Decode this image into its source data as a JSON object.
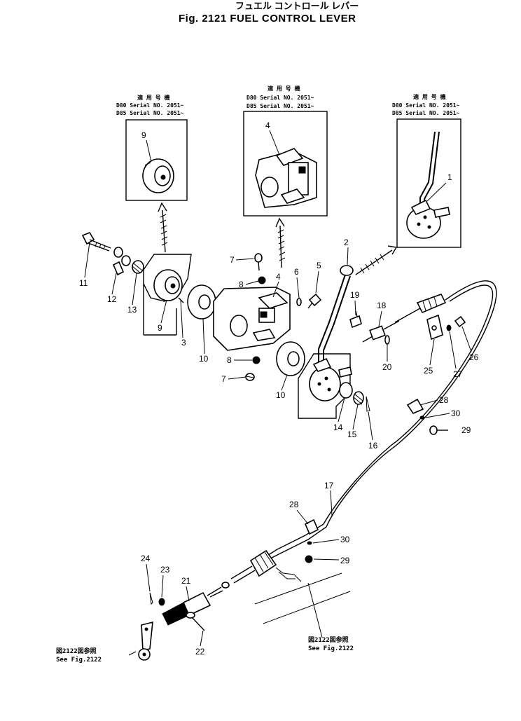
{
  "header": {
    "title_jp": "フュエル コントロール レバー",
    "title_en": "Fig. 2121 FUEL CONTROL LEVER"
  },
  "applicability": {
    "heading_jp": "適 用 号 機",
    "box_left": [
      "D80 Serial NO. 2051~",
      "D85 Serial NO. 2051~"
    ],
    "box_middle": [
      "D80 Serial NO. 2051~",
      "D85 Serial NO. 2051~"
    ],
    "box_right": [
      "D80 Serial NO. 2051~",
      "D85 Serial NO. 2051~"
    ]
  },
  "references": {
    "left": [
      "図2122図参照",
      "See Fig.2122"
    ],
    "right": [
      "図2122図参照",
      "See Fig.2122"
    ]
  },
  "callouts": {
    "c1": "1",
    "c2": "2",
    "c3": "3",
    "c4_box": "4",
    "c4": "4",
    "c5": "5",
    "c6": "6",
    "c7a": "7",
    "c7b": "7",
    "c8a": "8",
    "c8b": "8",
    "c9_box": "9",
    "c9": "9",
    "c10a": "10",
    "c10b": "10",
    "c11": "11",
    "c12": "12",
    "c13": "13",
    "c14": "14",
    "c15": "15",
    "c16": "16",
    "c17": "17",
    "c18": "18",
    "c19": "19",
    "c20": "20",
    "c21": "21",
    "c22": "22",
    "c23": "23",
    "c24": "24",
    "c25": "25",
    "c26": "26",
    "c27": "27",
    "c28a": "28",
    "c28b": "28",
    "c29a": "29",
    "c29b": "29",
    "c30a": "30",
    "c30b": "30"
  }
}
